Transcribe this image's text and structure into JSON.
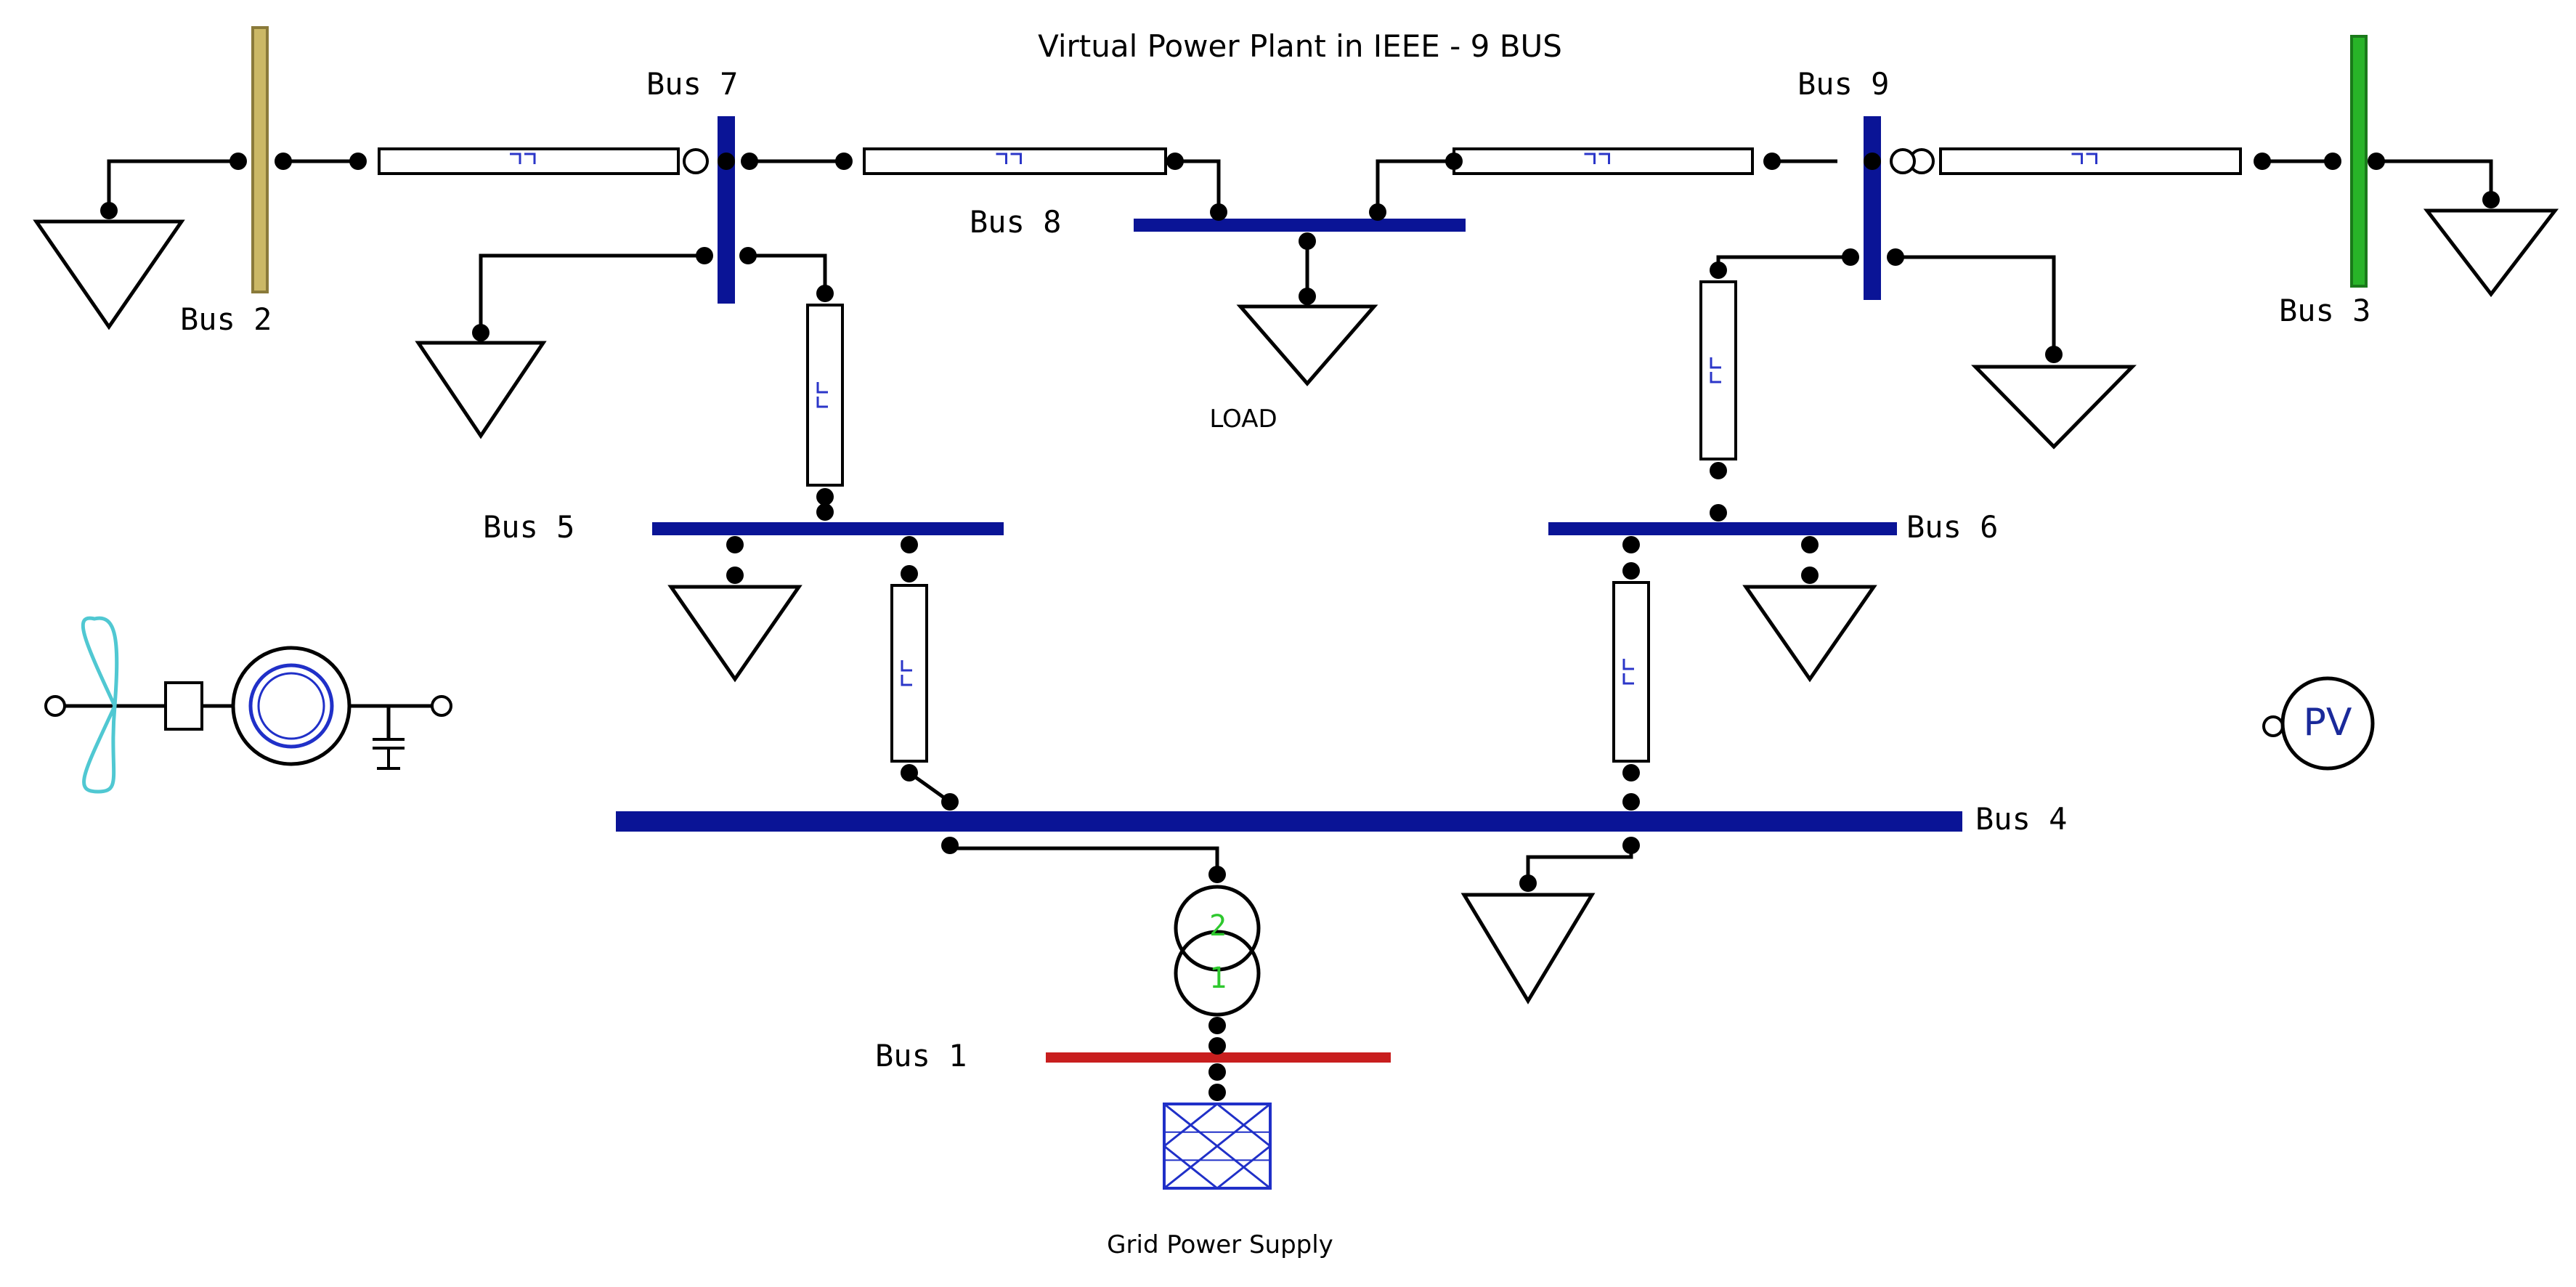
{
  "title": "Virtual Power Plant in IEEE - 9 BUS",
  "colors": {
    "bus_blue": "#0a1496",
    "bus_gen_grid": "#c81e1e",
    "bus_gen_2": "#cbb866",
    "bus_gen_3": "#28b428",
    "wind_turbine": "#50c8d2",
    "generator_ring": "#2030c8",
    "transformer_numbers": "#2ec82e",
    "pv_text": "#1a2a9a",
    "grid_hatch": "#2030c8",
    "wire": "#000000"
  },
  "buses": {
    "bus1": "Bus 1",
    "bus2": "Bus 2",
    "bus3": "Bus 3",
    "bus4": "Bus 4",
    "bus5": "Bus 5",
    "bus6": "Bus 6",
    "bus7": "Bus 7",
    "bus8": "Bus 8",
    "bus9": "Bus 9"
  },
  "labels": {
    "load": "LOAD",
    "grid_supply": "Grid Power Supply",
    "pv": "PV",
    "transformer_primary": "1",
    "transformer_secondary": "2"
  },
  "icons": {
    "wind_turbine": "wind-turbine-icon",
    "generator": "generator-icon",
    "capacitor": "capacitor-icon",
    "pv": "pv-icon",
    "grid_source": "grid-source-icon",
    "transformer": "transformer-icon",
    "load": "load-triangle-icon",
    "line": "transmission-line-icon"
  }
}
